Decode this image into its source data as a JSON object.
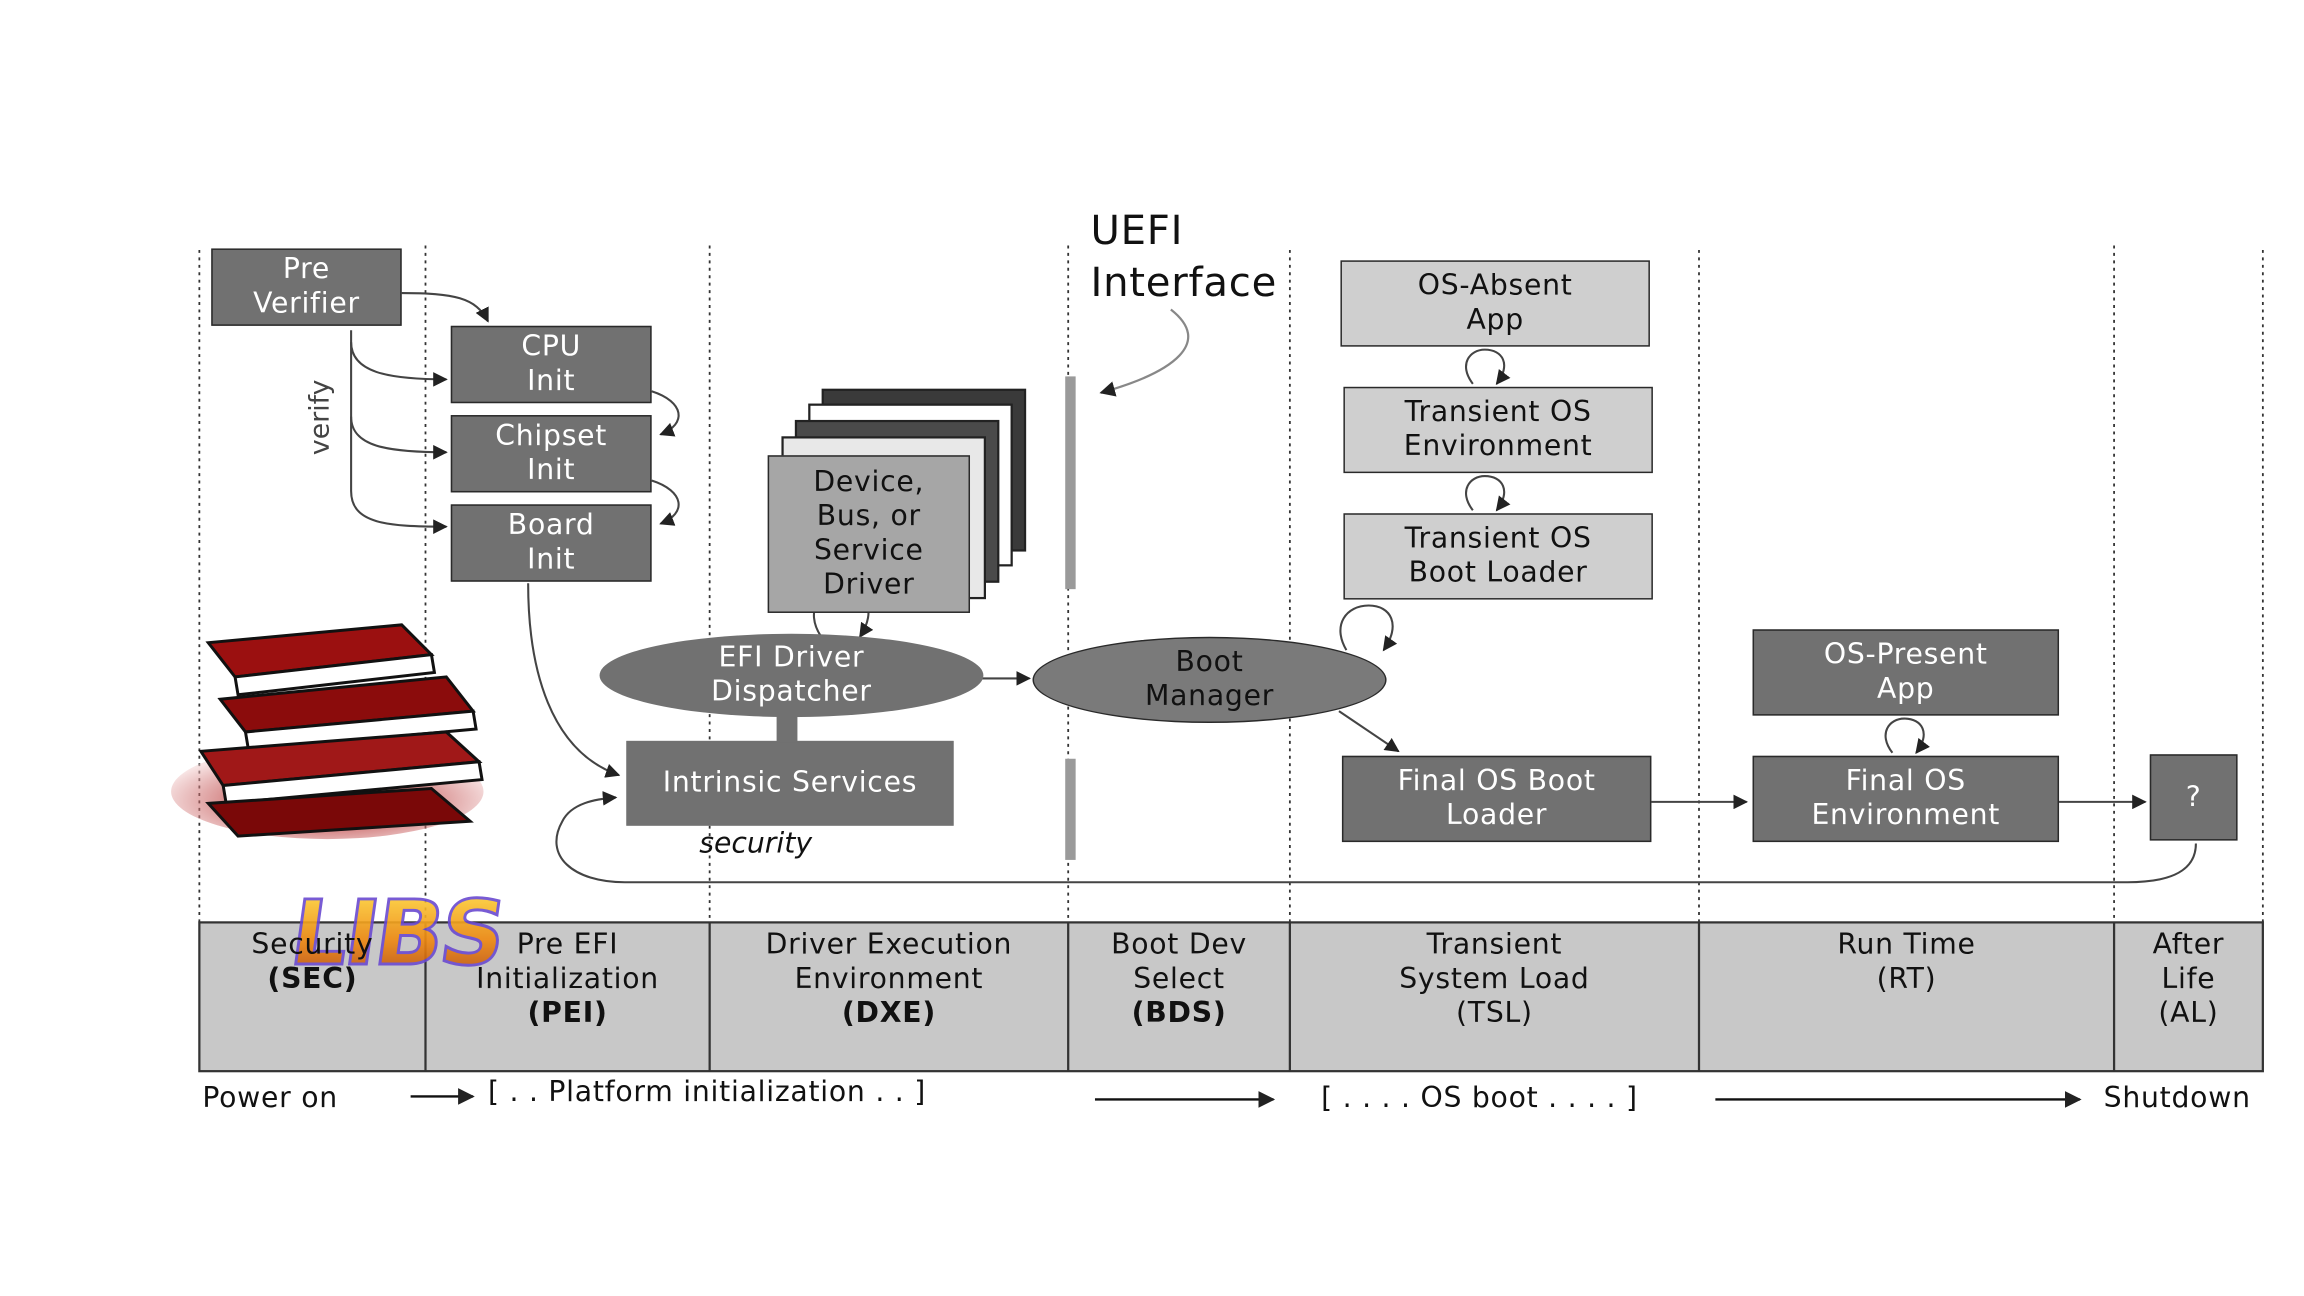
{
  "header": {
    "uefi_interface": "UEFI\nInterface"
  },
  "boxes": {
    "pre_verifier": "Pre\nVerifier",
    "cpu_init": "CPU\nInit",
    "chipset_init": "Chipset\nInit",
    "board_init": "Board\nInit",
    "device_driver": "Device,\nBus, or\nService\nDriver",
    "efi_dispatcher": "EFI Driver\nDispatcher",
    "intrinsic_services": "Intrinsic Services",
    "boot_manager": "Boot\nManager",
    "os_absent_app": "OS-Absent\nApp",
    "transient_os_env": "Transient OS\nEnvironment",
    "transient_os_loader": "Transient OS\nBoot Loader",
    "final_os_loader": "Final OS Boot\nLoader",
    "os_present_app": "OS-Present\nApp",
    "final_os_env": "Final OS\nEnvironment",
    "unknown": "?"
  },
  "labels": {
    "verify": "verify",
    "security": "security",
    "libs_logo": "LIBS"
  },
  "phases": [
    {
      "name": "Security",
      "abbr": "(SEC)",
      "bold": true
    },
    {
      "name": "Pre EFI\nInitialization",
      "abbr": "(PEI)",
      "bold": true
    },
    {
      "name": "Driver Execution\nEnvironment",
      "abbr": "(DXE)",
      "bold": true
    },
    {
      "name": "Boot Dev\nSelect",
      "abbr": "(BDS)",
      "bold": true
    },
    {
      "name": "Transient\nSystem Load",
      "abbr": "(TSL)",
      "bold": false
    },
    {
      "name": "Run Time",
      "abbr": "(RT)",
      "bold": false
    },
    {
      "name": "After\nLife",
      "abbr": "(AL)",
      "bold": false
    }
  ],
  "timeline": {
    "power_on": "Power on",
    "platform_init": "[ . . Platform initialization . . ]",
    "os_boot": "[ . . . . OS boot . . . . ]",
    "shutdown": "Shutdown"
  },
  "colors": {
    "dark_box": "#717171",
    "light_box": "#cfcfcf",
    "phase_bar": "#c8c8c8",
    "books_red": "#9b1010",
    "logo_orange": "#f0a020"
  }
}
